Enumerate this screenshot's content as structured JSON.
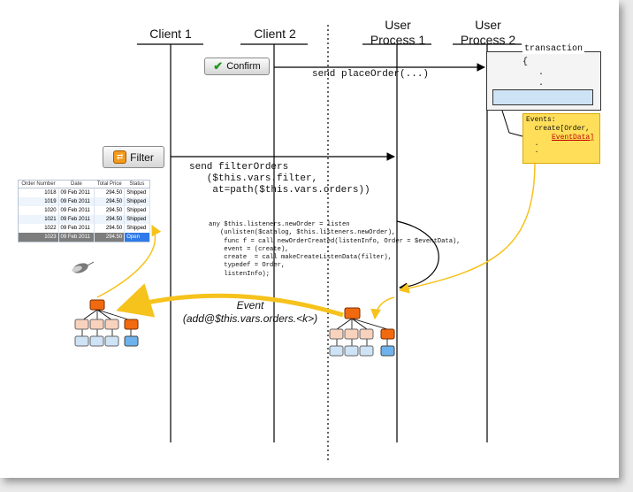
{
  "lanes": {
    "client1": "Client 1",
    "client2": "Client 2",
    "user_process1": "User\nProcess 1",
    "user_process2": "User\nProcess 2"
  },
  "buttons": {
    "confirm": "Confirm",
    "filter": "Filter"
  },
  "messages": {
    "place_order": "send placeOrder(...)",
    "filter_orders": "send filterOrders\n   ($this.vars.filter,\n    at=path($this.vars.orders))"
  },
  "transaction": {
    "title": "transaction",
    "body": "{\n   .\n   ."
  },
  "events_note": {
    "line1": "Events:",
    "line2": "  create[Order,",
    "line3": "EventData]",
    "line4": "  .\n  ."
  },
  "listener_code": "any $this.listeners.newOrder = listen\n   (unlisten($catalog, $this.listeners.newOrder),\n    func f = call newOrderCreated(listenInfo, Order = $eventData),\n    event = (create),\n    create  = call makeCreateListenData(filter),\n    typedef = Order,\n    listenInfo);",
  "event_label": {
    "title": "Event",
    "path": "(add@$this.vars.orders.<k>)"
  },
  "orders_table": {
    "headers": [
      "Order Number",
      "Date",
      "Total Price",
      "Status"
    ],
    "rows": [
      [
        "1018",
        "09 Feb 2011",
        "294.50",
        "Shipped"
      ],
      [
        "1019",
        "09 Feb 2011",
        "294.50",
        "Shipped"
      ],
      [
        "1020",
        "09 Feb 2011",
        "294.50",
        "Shipped"
      ],
      [
        "1021",
        "09 Feb 2011",
        "294.50",
        "Shipped"
      ],
      [
        "1022",
        "09 Feb 2011",
        "294.50",
        "Shipped"
      ],
      [
        "1023",
        "09 Feb 2011",
        "294.50",
        "Open"
      ]
    ]
  },
  "colors": {
    "yellow_arrow": "#f6c21c",
    "tree_root": "#f26a10",
    "tree_peach": "#f9d2bd",
    "tree_blue": "#cfe3f6",
    "tree_blue_dark": "#6eb3ec",
    "events_bg": "#ffde59"
  }
}
